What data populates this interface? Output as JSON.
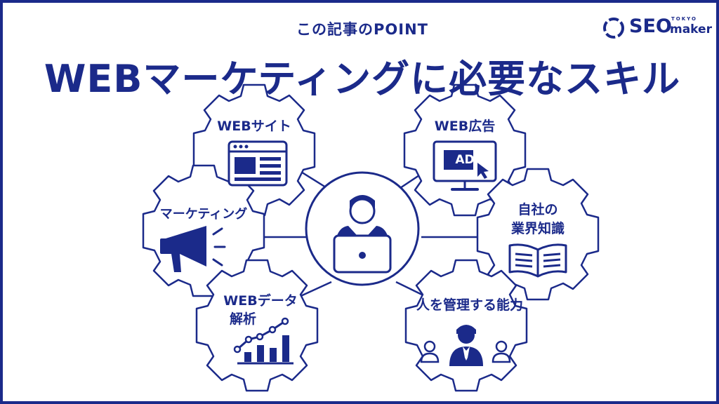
{
  "header": {
    "subtitle": "この記事のPOINT",
    "title": "WEBマーケティングに必要なスキル"
  },
  "logo": {
    "brand": "SEO",
    "small": "TOKYO",
    "product": "maker"
  },
  "skills": {
    "web_site": "WEBサイト",
    "web_ad": "WEB広告",
    "ad_badge": "AD",
    "marketing": "マーケティング",
    "industry_line1": "自社の",
    "industry_line2": "業界知識",
    "data_line1": "WEBデータ",
    "data_line2": "解析",
    "management": "人を管理する能力"
  },
  "colors": {
    "primary": "#1b2a8a",
    "background": "#ffffff"
  },
  "icons": {
    "center": "person-laptop-icon",
    "web_site": "browser-window-icon",
    "web_ad": "monitor-ad-icon",
    "marketing": "megaphone-icon",
    "industry": "open-book-icon",
    "data": "bar-line-chart-icon",
    "management": "team-people-icon"
  }
}
